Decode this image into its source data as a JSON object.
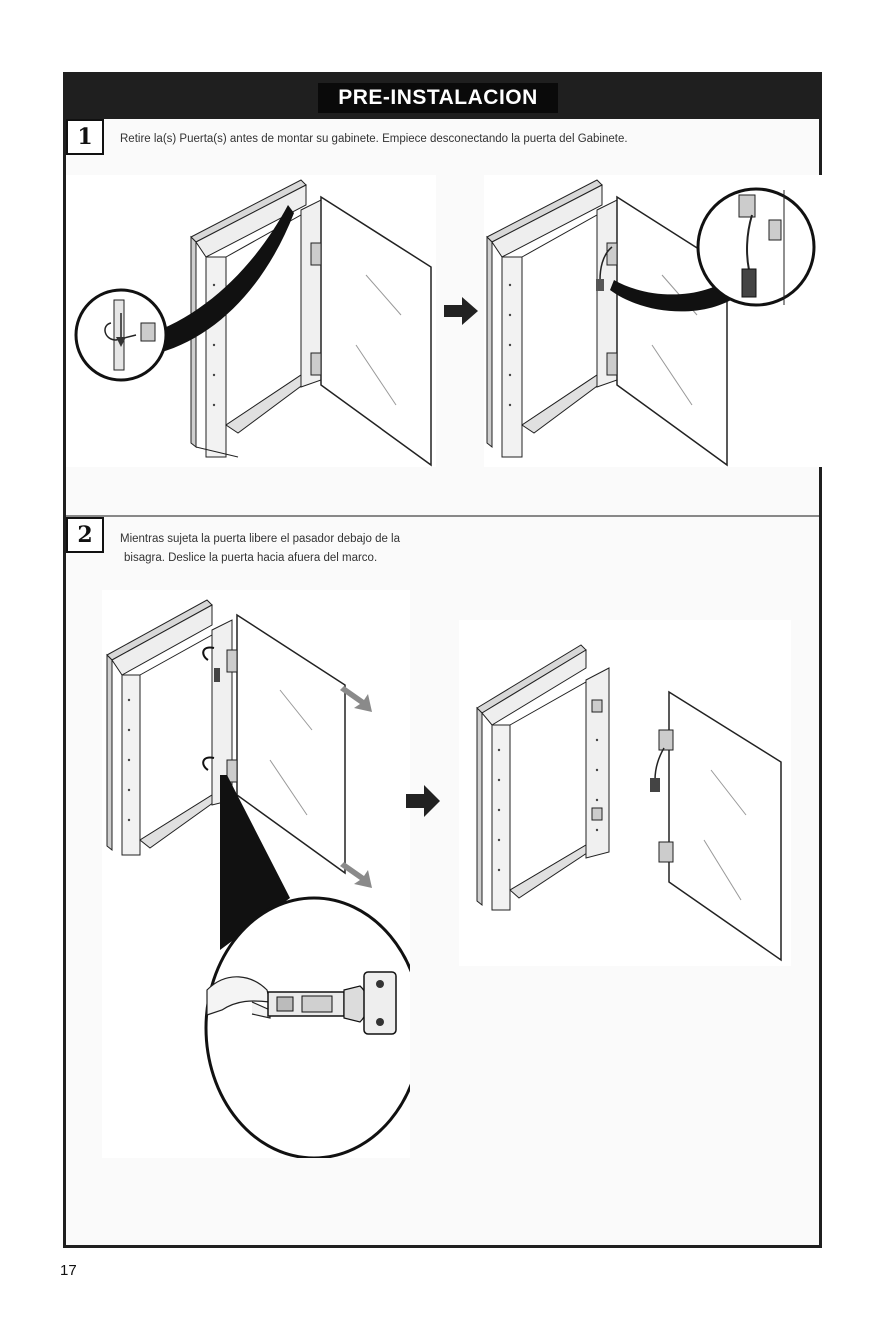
{
  "header": {
    "title": "PRE-INSTALACION"
  },
  "steps": [
    {
      "number": "1",
      "text": "Retire la(s) Puerta(s) antes de montar su gabinete. Empiece desconectando la puerta del Gabinete."
    },
    {
      "number": "2",
      "text_line1": "Mientras sujeta la puerta libere el pasador debajo de la",
      "text_line2": "bisagra. Deslice la puerta hacia afuera del marco."
    }
  ],
  "footer": {
    "page_number": "17"
  }
}
